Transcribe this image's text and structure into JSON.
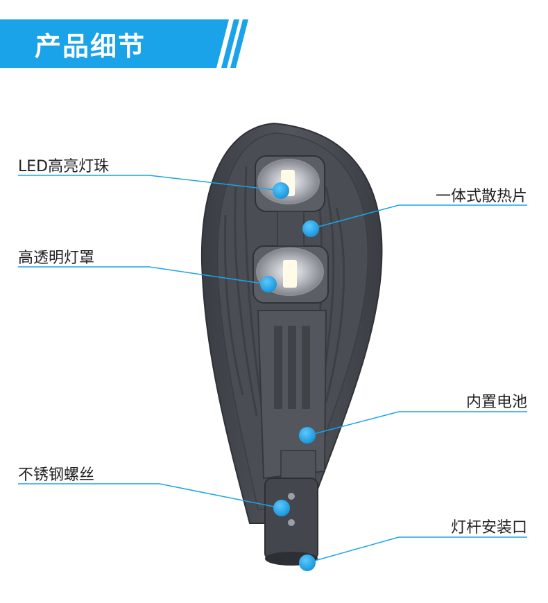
{
  "header": {
    "title": "产品细节"
  },
  "colors": {
    "accent": "#1AA3E8",
    "lamp_body": "#474B51",
    "text": "#222222"
  },
  "callouts": {
    "led_beads": "LED高亮灯珠",
    "lens_cover": "高透明灯罩",
    "heat_sink": "一体式散热片",
    "battery": "内置电池",
    "screws": "不锈钢螺丝",
    "pole_mount": "灯杆安装口"
  }
}
